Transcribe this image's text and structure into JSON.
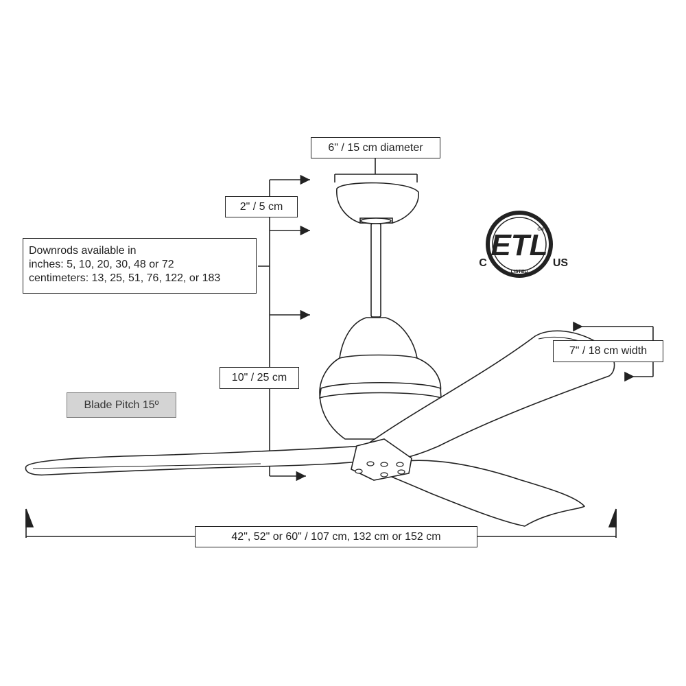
{
  "labels": {
    "canopy_diameter": "6\" / 15 cm diameter",
    "canopy_height": "2\" / 5 cm",
    "downrods": {
      "line1": "Downrods available in",
      "line2": "inches: 5, 10, 20, 30, 48 or 72",
      "line3": "centimeters: 13, 25, 51, 76, 122, or 183"
    },
    "body_height": "10\" / 25 cm",
    "blade_pitch": "Blade Pitch 15º",
    "blade_width": "7\" / 18 cm width",
    "span": "42\", 52\" or 60\" / 107 cm, 132  cm or 152 cm"
  },
  "certification": {
    "mark": "ETL",
    "left": "C",
    "right": "US",
    "bottom": "LISTED",
    "superscript": "CM"
  },
  "colors": {
    "line": "#222222",
    "fill": "#ffffff",
    "label_gray": "#d4d4d4"
  }
}
